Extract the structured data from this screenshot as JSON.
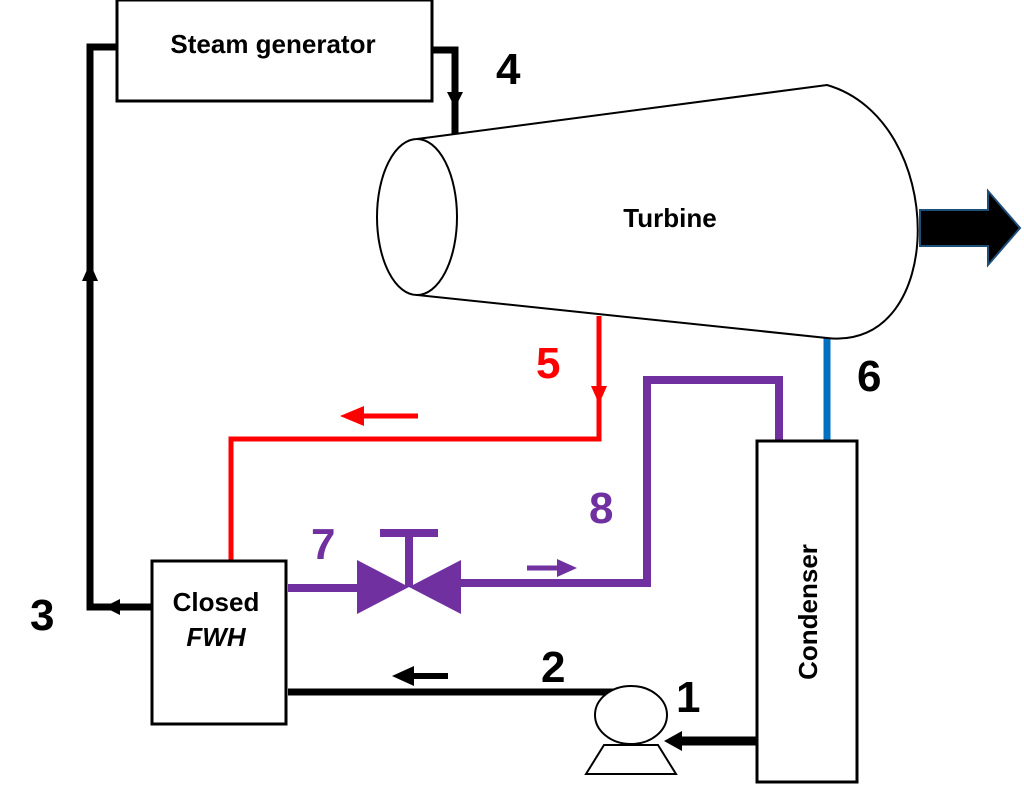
{
  "components": {
    "steam_generator": "Steam generator",
    "turbine": "Turbine",
    "condenser": "Condenser",
    "fwh_line1": "Closed",
    "fwh_line2": "FWH"
  },
  "states": {
    "s1": "1",
    "s2": "2",
    "s3": "3",
    "s4": "4",
    "s5": "5",
    "s6": "6",
    "s7": "7",
    "s8": "8"
  },
  "colors": {
    "main_loop": "#000000",
    "extraction": "#ff0000",
    "drain": "#7030a0",
    "condenser_inlet": "#0070c0",
    "work_arrow_outline": "#1f4e79"
  },
  "icons": [
    "pump-icon",
    "throttle-valve-icon",
    "work-output-arrow-icon"
  ]
}
